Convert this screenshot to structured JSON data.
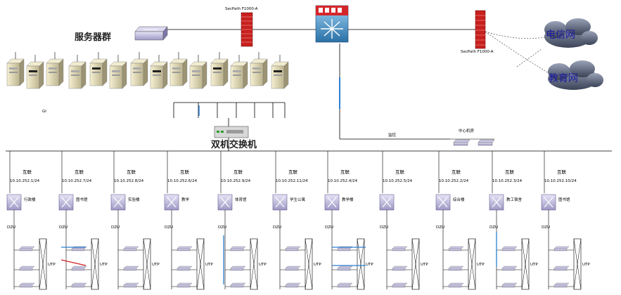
{
  "labels": {
    "server_farm": "服务器群",
    "firewall_top": "SecPath F1000-A",
    "firewall_right": "SecPath F1000-A",
    "telecom": "电信网",
    "edu": "教育网",
    "monitor": "监控",
    "dual_switch": "双机交换机",
    "small_node": "中心机房",
    "gi": "GI",
    "dzu": "DZU",
    "utp": "UTP"
  },
  "branches": [
    {
      "title": "互联",
      "ip": "10.10.252.1/24",
      "dept": "行政楼"
    },
    {
      "title": "互联",
      "ip": "10.10.252.7/24",
      "dept": "图书馆"
    },
    {
      "title": "互联",
      "ip": "10.10.252.8/24",
      "dept": "实验楼"
    },
    {
      "title": "互联",
      "ip": "10.10.252.6/24",
      "dept": "教学"
    },
    {
      "title": "互联",
      "ip": "10.10.252.9/24",
      "dept": "体育馆"
    },
    {
      "title": "互联",
      "ip": "10.10.252.11/24",
      "dept": "学生公寓"
    },
    {
      "title": "互联",
      "ip": "10.10.252.4/24",
      "dept": "教学楼"
    },
    {
      "title": "互联",
      "ip": "10.10.252.5/24",
      "dept": ""
    },
    {
      "title": "互联",
      "ip": "10.10.252.2/24",
      "dept": "综合楼"
    },
    {
      "title": "互联",
      "ip": "10.10.252.3/24",
      "dept": "教工宿舍"
    },
    {
      "title": "互联",
      "ip": "10.10.252.10/24",
      "dept": "图书馆"
    }
  ]
}
